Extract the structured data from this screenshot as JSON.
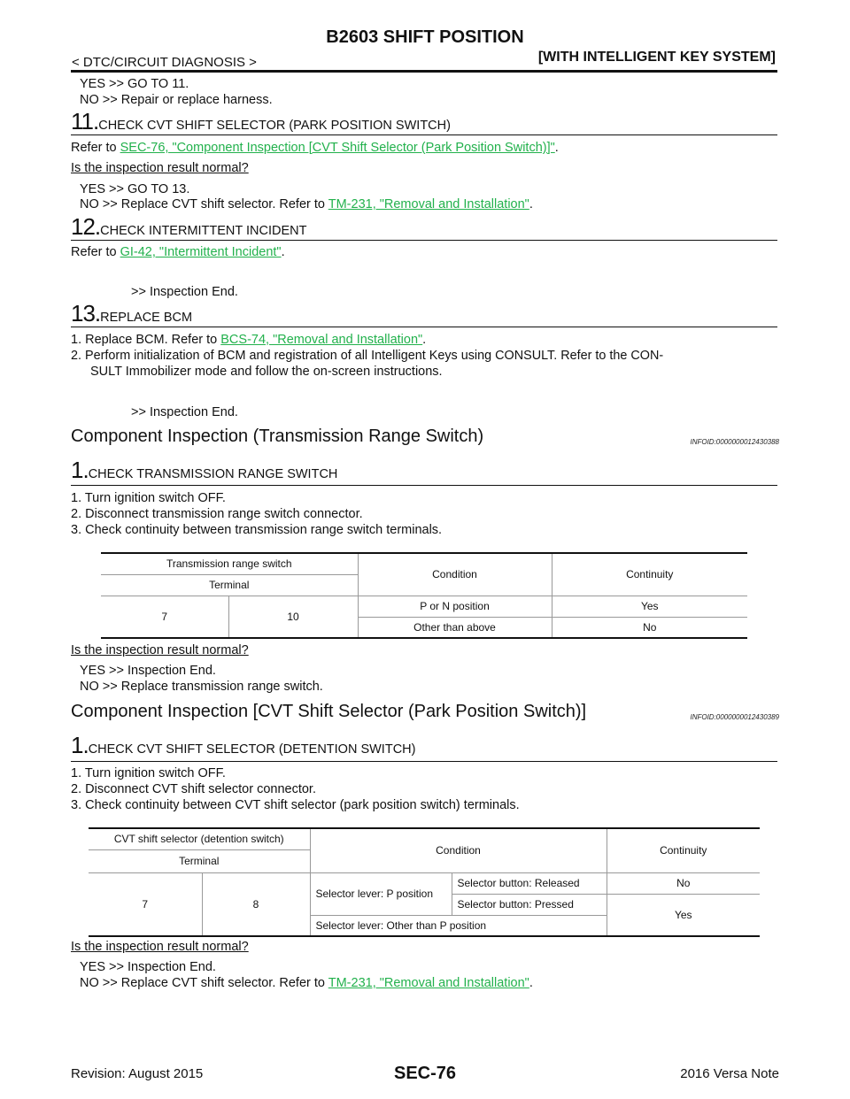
{
  "header": {
    "title": "B2603 SHIFT POSITION",
    "left": "< DTC/CIRCUIT DIAGNOSIS >",
    "right": "[WITH INTELLIGENT KEY SYSTEM]"
  },
  "top_result": {
    "yes": "YES      >> GO TO 11.",
    "no": "NO       >> Repair or replace harness."
  },
  "step11": {
    "num": "11.",
    "title": "CHECK CVT SHIFT SELECTOR (PARK POSITION SWITCH)",
    "refer_prefix": "Refer to ",
    "refer_link": "SEC-76, \"Component Inspection [CVT Shift Selector (Park Position Switch)]\"",
    "refer_suffix": ".",
    "question": "Is the inspection result normal?",
    "yes": "YES      >> GO TO 13.",
    "no_prefix": "NO       >> Replace CVT shift selector. Refer to ",
    "no_link": "TM-231, \"Removal and Installation\"",
    "no_suffix": "."
  },
  "step12": {
    "num": "12.",
    "title": "CHECK INTERMITTENT INCIDENT",
    "refer_prefix": "Refer to ",
    "refer_link": "GI-42, \"Intermittent Incident\"",
    "refer_suffix": ".",
    "end": ">> Inspection End."
  },
  "step13": {
    "num": "13.",
    "title": "REPLACE BCM",
    "item1_prefix": "1.  Replace BCM. Refer to ",
    "item1_link": "BCS-74, \"Removal and Installation\"",
    "item1_suffix": ".",
    "item2_line1": "2.  Perform initialization of BCM and registration of all Intelligent Keys using CONSULT. Refer to the CON-",
    "item2_line2": "SULT Immobilizer mode and follow the on-screen instructions.",
    "end": ">> Inspection End."
  },
  "section1": {
    "title": "Component Inspection (Transmission Range Switch)",
    "infoid": "INFOID:0000000012430388",
    "step_num": "1.",
    "step_title": "CHECK TRANSMISSION RANGE SWITCH",
    "items": [
      "1.  Turn ignition switch OFF.",
      "2.  Disconnect transmission range switch connector.",
      "3.  Check continuity between transmission range switch terminals."
    ],
    "table": {
      "h1": "Transmission range switch",
      "h1b": "Terminal",
      "h2": "Condition",
      "h3": "Continuity",
      "t1": "7",
      "t2": "10",
      "rows": [
        {
          "condition": "P or N position",
          "continuity": "Yes"
        },
        {
          "condition": "Other than above",
          "continuity": "No"
        }
      ]
    },
    "question": "Is the inspection result normal?",
    "yes": "YES      >> Inspection End.",
    "no": "NO       >> Replace transmission range switch."
  },
  "section2": {
    "title": "Component Inspection [CVT Shift Selector (Park Position Switch)]",
    "infoid": "INFOID:0000000012430389",
    "step_num": "1.",
    "step_title": "CHECK CVT SHIFT SELECTOR (DETENTION SWITCH)",
    "items": [
      "1.  Turn ignition switch OFF.",
      "2.  Disconnect CVT shift selector connector.",
      "3.  Check continuity between CVT shift selector (park position switch) terminals."
    ],
    "table": {
      "h1": "CVT shift selector (detention switch)",
      "h1b": "Terminal",
      "h2": "Condition",
      "h3": "Continuity",
      "t1": "7",
      "t2": "8",
      "cond_p": "Selector lever: P position",
      "btn_released": "Selector button: Released",
      "btn_pressed": "Selector button: Pressed",
      "cond_other": "Selector lever: Other than P position",
      "cont_no": "No",
      "cont_yes": "Yes"
    },
    "question": "Is the inspection result normal?",
    "yes": "YES      >> Inspection End.",
    "no_prefix": "NO       >> Replace CVT shift selector. Refer to ",
    "no_link": "TM-231, \"Removal and Installation\"",
    "no_suffix": "."
  },
  "footer": {
    "revision": "Revision: August 2015",
    "page": "SEC-76",
    "model": "2016 Versa Note"
  }
}
